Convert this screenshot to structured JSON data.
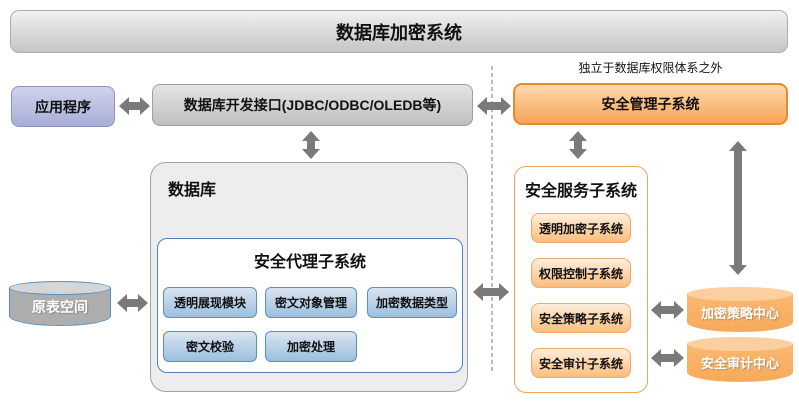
{
  "banner": {
    "title": "数据库加密系统"
  },
  "annotation": {
    "text": "独立于数据库权限体系之外"
  },
  "nodes": {
    "application": "应用程序",
    "db_interface": "数据库开发接口(JDBC/ODBC/OLEDB等)",
    "security_mgmt": "安全管理子系统"
  },
  "database": {
    "title": "数据库",
    "agent": {
      "title": "安全代理子系统",
      "modules": [
        "透明展现模块",
        "密文对象管理",
        "加密数据类型",
        "密文校验",
        "加密处理"
      ]
    }
  },
  "tablespace": {
    "label": "原表空间"
  },
  "service": {
    "title": "安全服务子系统",
    "items": [
      "透明加密子系统",
      "权限控制子系统",
      "安全策略子系统",
      "安全审计子系统"
    ]
  },
  "centers": [
    {
      "label": "加密策略中心"
    },
    {
      "label": "安全审计中心"
    }
  ],
  "colors": {
    "orange_accent": "#e88a2e",
    "orange_fill": "#f8a458",
    "blue_accent": "#4f81bd",
    "blue_module_fill": "#9dbfde",
    "purple_fill": "#a9aed8",
    "gray_fill": "#c6c6c6",
    "arrow_gray": "#7a7a7a"
  }
}
